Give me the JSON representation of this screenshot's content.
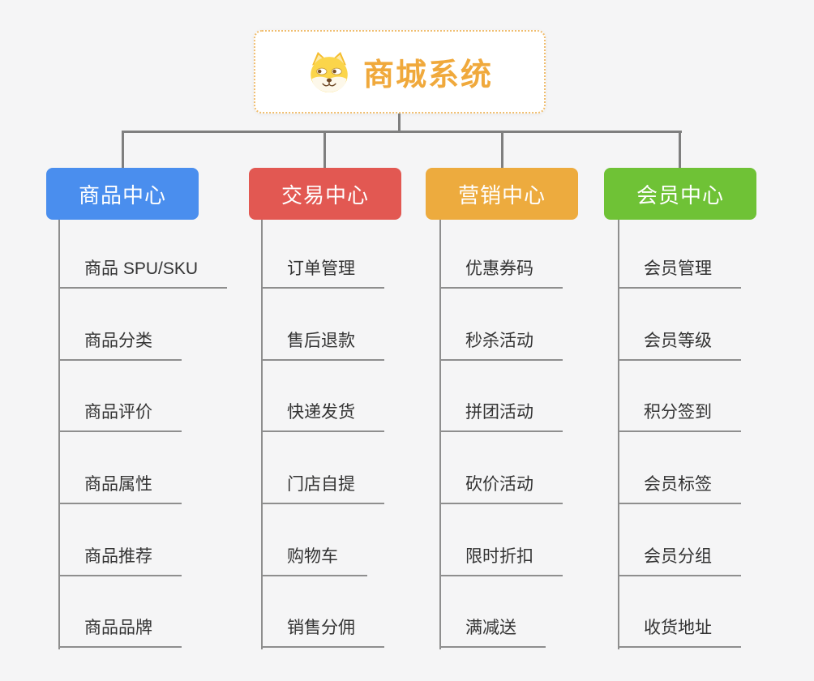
{
  "diagram": {
    "type": "mindmap-org-chart",
    "background_color": "#f5f5f6",
    "connector_color": "#7f7f7f",
    "child_line_color": "#8e8e8e"
  },
  "root": {
    "title": "商城系统",
    "icon": "shiba-dog-icon",
    "title_color": "#f0a93c",
    "border_color": "#f0bd6e"
  },
  "branches": [
    {
      "label": "商品中心",
      "color": "#4a8eee",
      "text_color": "#ffffff",
      "children": [
        "商品 SPU/SKU",
        "商品分类",
        "商品评价",
        "商品属性",
        "商品推荐",
        "商品品牌"
      ]
    },
    {
      "label": "交易中心",
      "color": "#e25852",
      "text_color": "#ffffff",
      "children": [
        "订单管理",
        "售后退款",
        "快递发货",
        "门店自提",
        "购物车",
        "销售分佣"
      ]
    },
    {
      "label": "营销中心",
      "color": "#edab3e",
      "text_color": "#ffffff",
      "children": [
        "优惠券码",
        "秒杀活动",
        "拼团活动",
        "砍价活动",
        "限时折扣",
        "满减送"
      ]
    },
    {
      "label": "会员中心",
      "color": "#6fc236",
      "text_color": "#ffffff",
      "children": [
        "会员管理",
        "会员等级",
        "积分签到",
        "会员标签",
        "会员分组",
        "收货地址"
      ]
    }
  ]
}
